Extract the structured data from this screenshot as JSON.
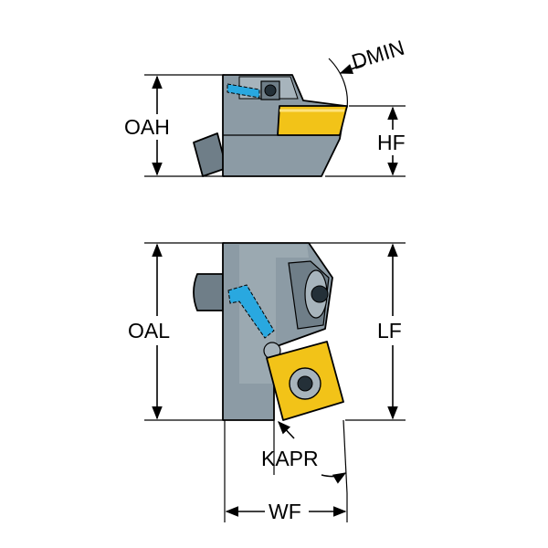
{
  "diagram": {
    "labels": {
      "dmin": "DMIN",
      "oah": "OAH",
      "hf": "HF",
      "oal": "OAL",
      "lf": "LF",
      "kapr": "KAPR",
      "wf": "WF"
    },
    "colors": {
      "tool_body": "#8c9ba5",
      "tool_body_dark": "#6f7e88",
      "tool_body_light": "#a7b4bc",
      "insert": "#f2c318",
      "insert_light": "#ffe27a",
      "coolant": "#29a8e0",
      "outline": "#000000"
    }
  }
}
